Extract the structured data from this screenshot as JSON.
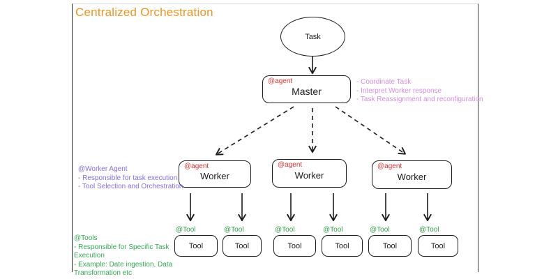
{
  "title": {
    "text": "Centralized Orchestration"
  },
  "colors": {
    "title": "#ef941f",
    "agent_tag": "#e03131",
    "tool_tag": "#2f9e44",
    "master_notes": "#d48ee0",
    "worker_notes": "#7f6fe3",
    "tool_notes": "#34a853",
    "shape_stroke": "#1b1b1b",
    "background": "#ffffff"
  },
  "nodes": {
    "task": {
      "label": "Task"
    },
    "master": {
      "tag": "@agent",
      "label": "Master"
    },
    "workers": [
      {
        "tag": "@agent",
        "label": "Worker"
      },
      {
        "tag": "@agent",
        "label": "Worker"
      },
      {
        "tag": "@agent",
        "label": "Worker"
      }
    ],
    "tools": [
      {
        "tag": "@Tool",
        "label": "Tool"
      },
      {
        "tag": "@Tool",
        "label": "Tool"
      },
      {
        "tag": "@Tool",
        "label": "Tool"
      },
      {
        "tag": "@Tool",
        "label": "Tool"
      },
      {
        "tag": "@Tool",
        "label": "Tool"
      },
      {
        "tag": "@Tool",
        "label": "Tool"
      }
    ]
  },
  "annotations": {
    "master_notes": {
      "lines": [
        "- Coordinate Task",
        "- Interpret Worker response",
        "- Task Reassignment and reconfiguration"
      ]
    },
    "worker_notes": {
      "lines": [
        "@Worker Agent",
        "- Responsible for task execution",
        "- Tool Selection and Orchestration"
      ]
    },
    "tool_notes": {
      "lines": [
        "@Tools",
        "- Responsible for Specific Task",
        "Execution",
        "- Example: Date ingestion, Data",
        "Transformation etc"
      ]
    }
  }
}
